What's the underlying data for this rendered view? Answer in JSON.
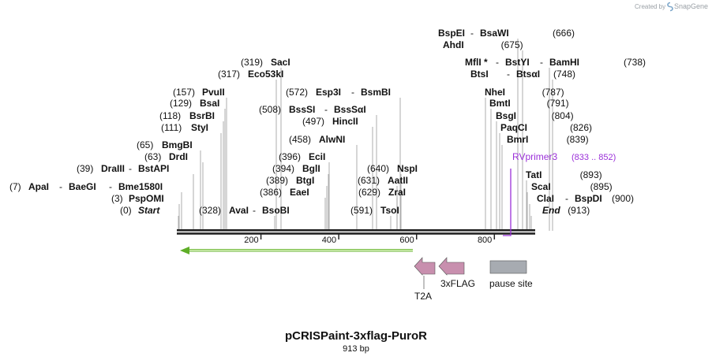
{
  "brand": {
    "prefix": "Created by",
    "name": "SnapGene"
  },
  "map_title": "pCRISPaint-3xflag-PuroR",
  "map_length_label": "913 bp",
  "sequence_length": 913,
  "ruler": {
    "ticks": [
      200,
      400,
      600,
      800
    ]
  },
  "enzymes": [
    {
      "pos": "(666)",
      "parts": [
        "BspEI",
        "BsaWI"
      ]
    },
    {
      "pos": "(675)",
      "parts": [
        "AhdI"
      ]
    },
    {
      "pos": "(738)",
      "parts": [
        "MflI *",
        "BstYI",
        "BamHI"
      ]
    },
    {
      "pos": "(748)",
      "parts": [
        "BtsI",
        "BtsαI"
      ]
    },
    {
      "pos": "(319)",
      "parts": [
        "SacI"
      ]
    },
    {
      "pos": "(317)",
      "parts": [
        "Eco53kI"
      ]
    },
    {
      "pos": "(572)",
      "parts": [
        "Esp3I",
        "BsmBI"
      ]
    },
    {
      "pos": "(787)",
      "parts": [
        "NheI"
      ]
    },
    {
      "pos": "(157)",
      "parts": [
        "PvuII"
      ]
    },
    {
      "pos": "(129)",
      "parts": [
        "BsaI"
      ]
    },
    {
      "pos": "(508)",
      "parts": [
        "BssSI",
        "BssSαI"
      ]
    },
    {
      "pos": "(791)",
      "parts": [
        "BmtI"
      ]
    },
    {
      "pos": "(118)",
      "parts": [
        "BsrBI"
      ]
    },
    {
      "pos": "(497)",
      "parts": [
        "HincII"
      ]
    },
    {
      "pos": "(804)",
      "parts": [
        "BsgI"
      ]
    },
    {
      "pos": "(111)",
      "parts": [
        "StyI"
      ]
    },
    {
      "pos": "(826)",
      "parts": [
        "PaqCI"
      ]
    },
    {
      "pos": "(458)",
      "parts": [
        "AlwNI"
      ]
    },
    {
      "pos": "(839)",
      "parts": [
        "BmrI"
      ]
    },
    {
      "pos": "(65)",
      "parts": [
        "BmgBI"
      ]
    },
    {
      "pos": "(63)",
      "parts": [
        "DrdI"
      ]
    },
    {
      "pos": "(396)",
      "parts": [
        "EciI"
      ]
    },
    {
      "pos": "(39)",
      "parts": [
        "DraIII",
        "BstAPI"
      ]
    },
    {
      "pos": "(394)",
      "parts": [
        "BglI"
      ]
    },
    {
      "pos": "(640)",
      "parts": [
        "NspI"
      ]
    },
    {
      "pos": "(893)",
      "parts": [
        "TatI"
      ]
    },
    {
      "pos": "(389)",
      "parts": [
        "BtgI"
      ]
    },
    {
      "pos": "(631)",
      "parts": [
        "AatII"
      ]
    },
    {
      "pos": "(7)",
      "parts": [
        "ApaI",
        "BaeGI",
        "Bme1580I"
      ]
    },
    {
      "pos": "(386)",
      "parts": [
        "EaeI"
      ]
    },
    {
      "pos": "(629)",
      "parts": [
        "ZraI"
      ]
    },
    {
      "pos": "(895)",
      "parts": [
        "ScaI"
      ]
    },
    {
      "pos": "(3)",
      "parts": [
        "PspOMI"
      ]
    },
    {
      "pos": "(900)",
      "parts": [
        "ClaI",
        "BspDI"
      ]
    },
    {
      "pos": "(0)",
      "parts": [
        "Start"
      ]
    },
    {
      "pos": "(328)",
      "parts": [
        "AvaI",
        "BsoBI"
      ]
    },
    {
      "pos": "(591)",
      "parts": [
        "TsoI"
      ]
    },
    {
      "pos": "(913)",
      "parts": [
        "End"
      ]
    }
  ],
  "primer": {
    "name": "RVprimer3",
    "range": "(833 .. 852)",
    "color": "#9b30d9"
  },
  "features": [
    {
      "label": "T2A",
      "color": "#c88fae"
    },
    {
      "label": "3xFLAG",
      "color": "#c88fae"
    },
    {
      "label": "pause site",
      "color": "#a7abb1"
    }
  ],
  "orf": {
    "color": "#5fae28"
  },
  "colors": {
    "backbone": "#222222",
    "cut_line": "#999999",
    "text": "#111111",
    "brand": "#9aa0a6"
  }
}
